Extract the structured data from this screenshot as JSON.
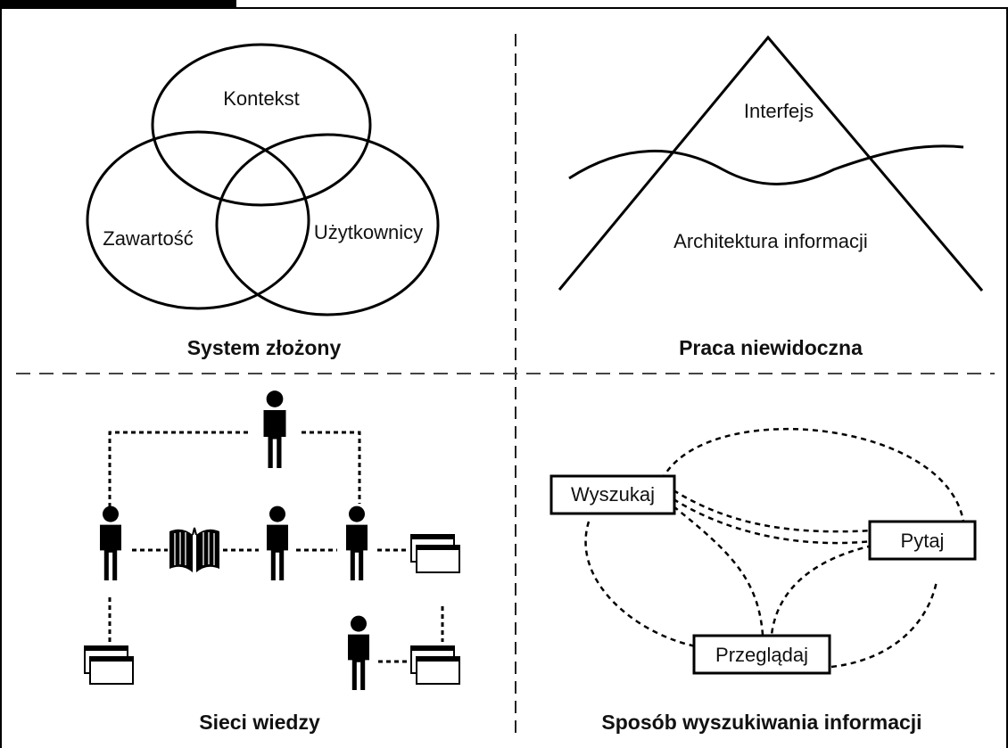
{
  "panels": {
    "complex_system": {
      "caption": "System złożony",
      "circles": {
        "top": "Kontekst",
        "left": "Zawartość",
        "right": "Użytkownicy"
      }
    },
    "invisible_work": {
      "caption": "Praca niewidoczna",
      "upper": "Interfejs",
      "lower": "Architektura informacji"
    },
    "knowledge_networks": {
      "caption": "Sieci wiedzy"
    },
    "info_seeking": {
      "caption": "Sposób wyszukiwania informacji",
      "nodes": {
        "search": "Wyszukaj",
        "ask": "Pytaj",
        "browse": "Przeglądaj"
      }
    }
  }
}
